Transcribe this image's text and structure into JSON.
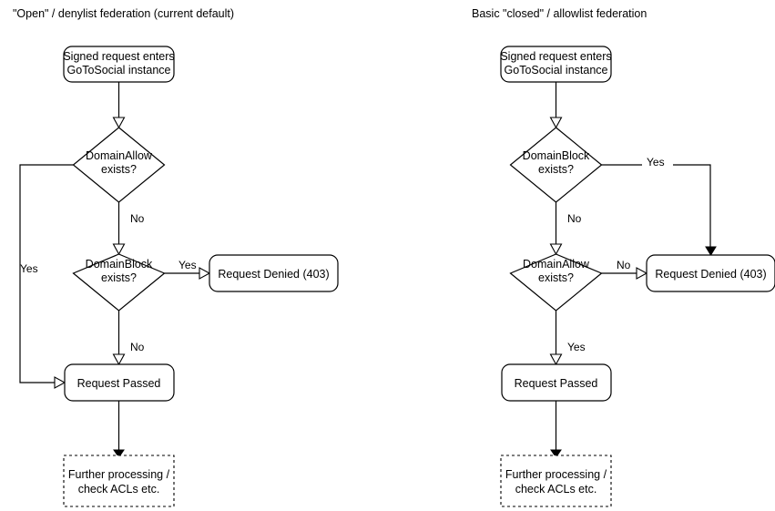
{
  "diagram": {
    "type": "flowchart",
    "background_color": "#ffffff",
    "stroke_color": "#000000",
    "text_color": "#000000",
    "panels": [
      {
        "id": "open-federation",
        "title": "\"Open\" / denylist federation (current default)",
        "nodes": [
          {
            "id": "entry",
            "shape": "rounded-rect",
            "line1": "Signed request enters",
            "line2": "GoToSocial instance"
          },
          {
            "id": "domain-allow",
            "shape": "diamond",
            "line1": "DomainAllow",
            "line2": "exists?"
          },
          {
            "id": "domain-block",
            "shape": "diamond",
            "line1": "DomainBlock",
            "line2": "exists?"
          },
          {
            "id": "request-denied",
            "shape": "rounded-rect",
            "line1": "Request Denied (403)",
            "line2": ""
          },
          {
            "id": "request-passed",
            "shape": "rounded-rect",
            "line1": "Request Passed",
            "line2": ""
          },
          {
            "id": "further-processing",
            "shape": "dashed-rect",
            "line1": "Further processing /",
            "line2": "check ACLs etc."
          }
        ],
        "edges": [
          {
            "from": "entry",
            "to": "domain-allow",
            "label": ""
          },
          {
            "from": "domain-allow",
            "to": "request-passed",
            "label": "Yes"
          },
          {
            "from": "domain-allow",
            "to": "domain-block",
            "label": "No"
          },
          {
            "from": "domain-block",
            "to": "request-denied",
            "label": "Yes"
          },
          {
            "from": "domain-block",
            "to": "request-passed",
            "label": "No"
          },
          {
            "from": "request-passed",
            "to": "further-processing",
            "label": ""
          }
        ]
      },
      {
        "id": "closed-federation",
        "title": "Basic \"closed\" / allowlist federation",
        "nodes": [
          {
            "id": "entry",
            "shape": "rounded-rect",
            "line1": "Signed request enters",
            "line2": "GoToSocial instance"
          },
          {
            "id": "domain-block",
            "shape": "diamond",
            "line1": "DomainBlock",
            "line2": "exists?"
          },
          {
            "id": "domain-allow",
            "shape": "diamond",
            "line1": "DomainAllow",
            "line2": "exists?"
          },
          {
            "id": "request-denied",
            "shape": "rounded-rect",
            "line1": "Request Denied (403)",
            "line2": ""
          },
          {
            "id": "request-passed",
            "shape": "rounded-rect",
            "line1": "Request Passed",
            "line2": ""
          },
          {
            "id": "further-processing",
            "shape": "dashed-rect",
            "line1": "Further processing /",
            "line2": "check ACLs etc."
          }
        ],
        "edges": [
          {
            "from": "entry",
            "to": "domain-block",
            "label": ""
          },
          {
            "from": "domain-block",
            "to": "request-denied",
            "label": "Yes"
          },
          {
            "from": "domain-block",
            "to": "domain-allow",
            "label": "No"
          },
          {
            "from": "domain-allow",
            "to": "request-denied",
            "label": "No"
          },
          {
            "from": "domain-allow",
            "to": "request-passed",
            "label": "Yes"
          },
          {
            "from": "request-passed",
            "to": "further-processing",
            "label": ""
          }
        ]
      }
    ]
  }
}
